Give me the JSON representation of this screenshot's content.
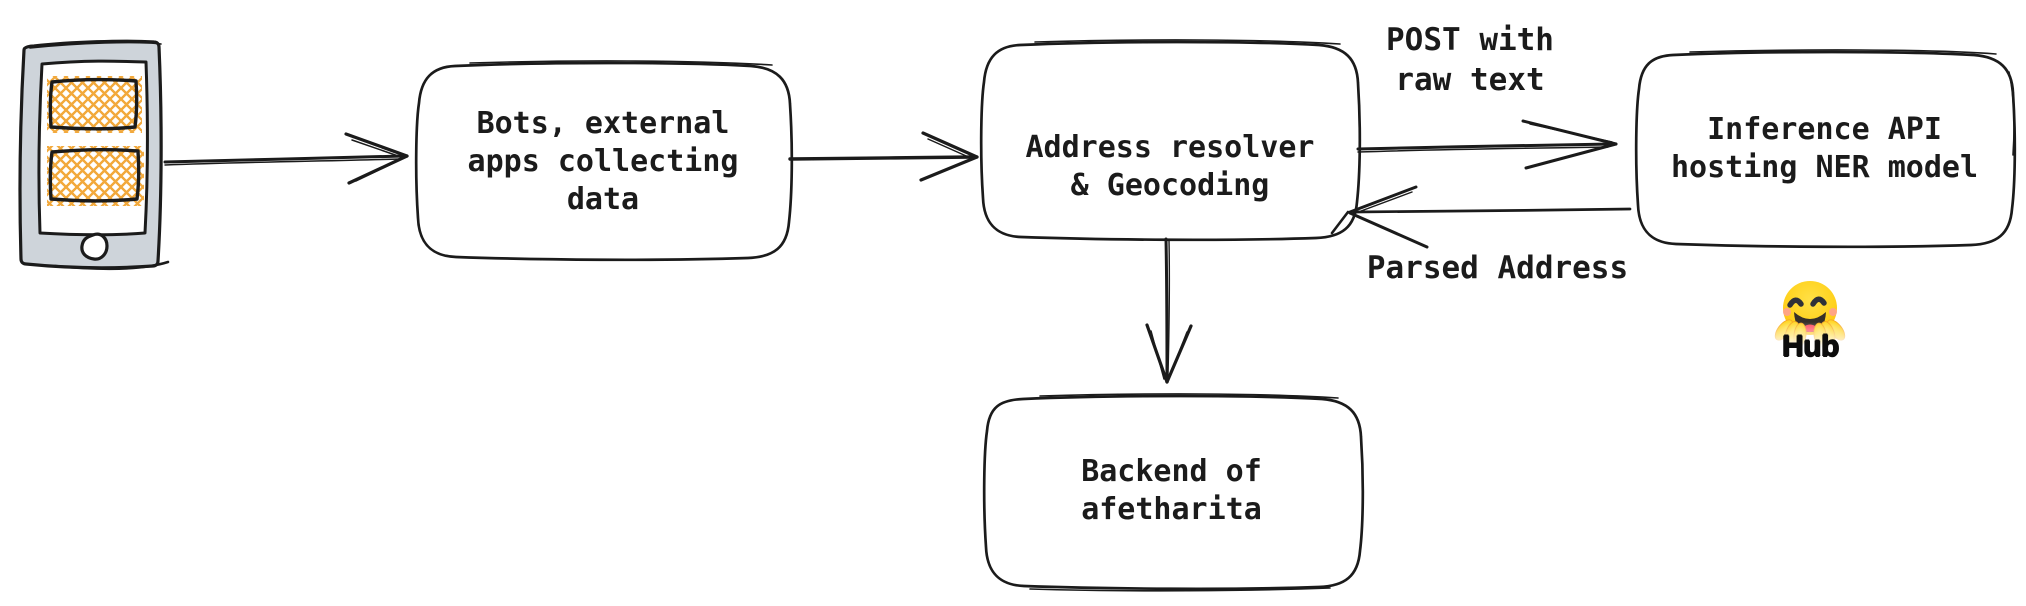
{
  "diagram": {
    "title": "address-resolution-architecture-sketch",
    "colors": {
      "stroke": "#1b1b1b",
      "phone_body": "#ced4da",
      "hatch_orange": "#f2a93c",
      "hf_yellow": "#ffd21e",
      "hf_mouth_dark": "#363029",
      "hf_tongue": "#ff4b5c",
      "background": "#ffffff"
    },
    "icons": {
      "phone": "mobile-phone-icon",
      "hugging_face": "hugging-face-emoji"
    },
    "nodes": {
      "bots": {
        "lines": [
          "Bots, external",
          "apps collecting",
          "data"
        ]
      },
      "address": {
        "lines": [
          "Address resolver",
          "& Geocoding"
        ]
      },
      "inference": {
        "lines": [
          "Inference API",
          "hosting NER model"
        ]
      },
      "backend": {
        "lines": [
          "Backend of",
          "afetharita"
        ]
      }
    },
    "edges": {
      "phone_to_bots": {
        "label": ""
      },
      "bots_to_address": {
        "label": ""
      },
      "address_to_inference": {
        "lines": [
          "POST with",
          "raw text"
        ]
      },
      "inference_to_address": {
        "lines": [
          "Parsed Address"
        ]
      },
      "address_to_backend": {
        "label": ""
      }
    },
    "hf": {
      "hub_label": "Hub"
    }
  }
}
